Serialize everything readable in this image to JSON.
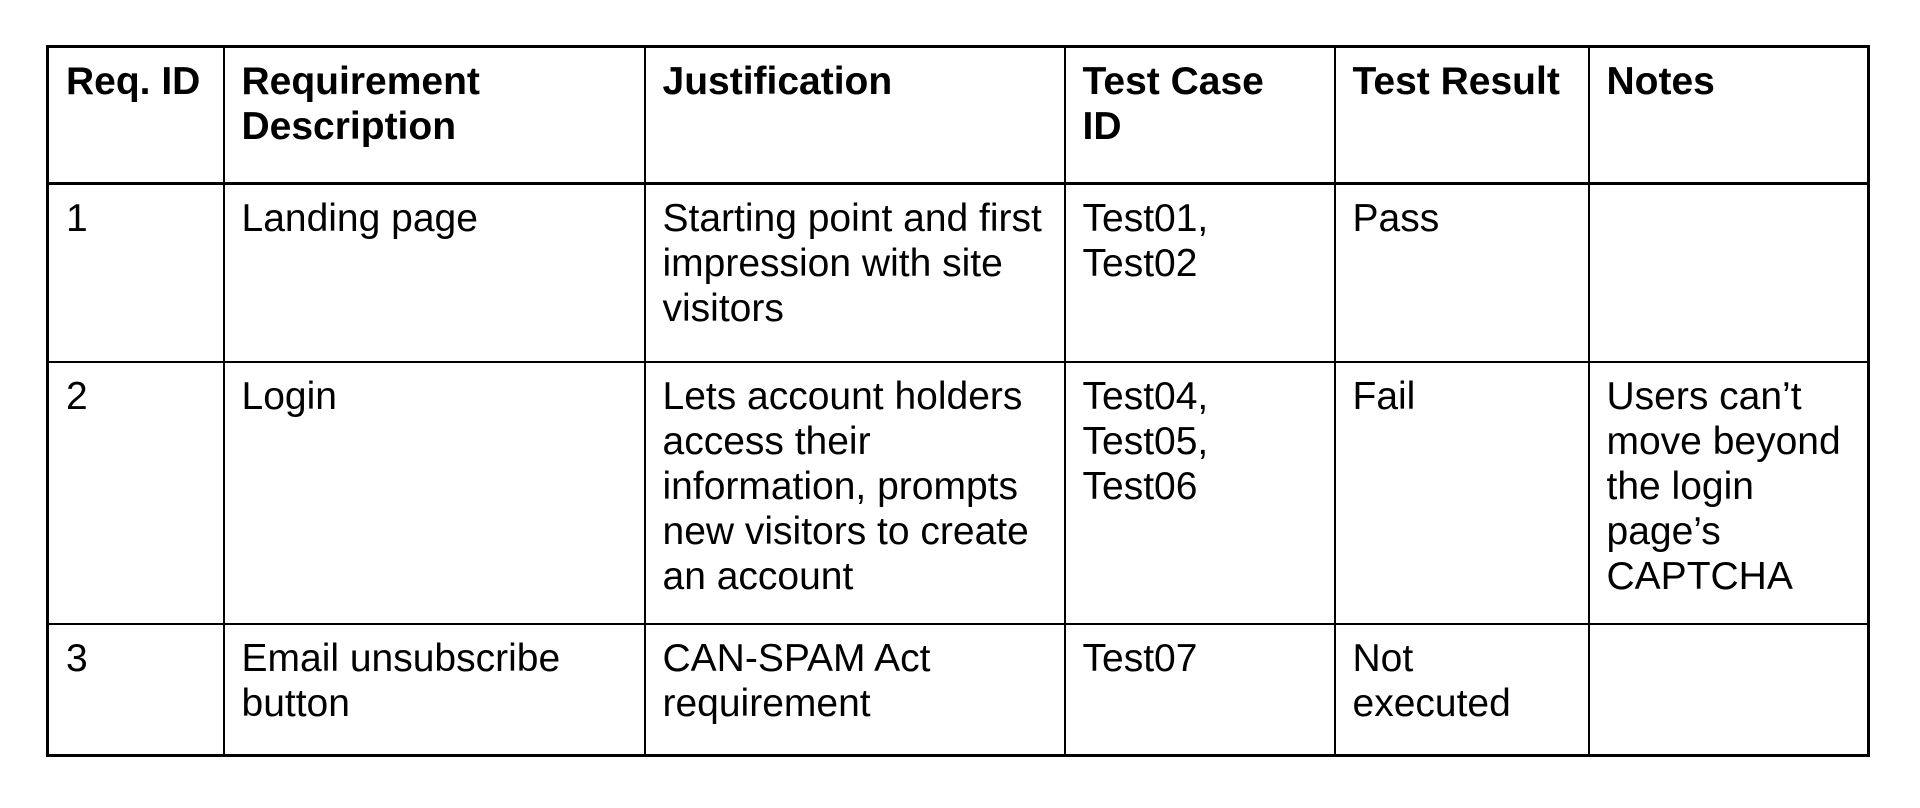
{
  "table": {
    "columns": [
      {
        "label": "Req. ID"
      },
      {
        "label": "Requirement\nDescription"
      },
      {
        "label": "Justification"
      },
      {
        "label": "Test Case\nID"
      },
      {
        "label": "Test Result"
      },
      {
        "label": "Notes"
      }
    ],
    "rows": [
      {
        "cells": [
          "1",
          "Landing page",
          "Starting point and first\nimpression with site\nvisitors",
          "Test01,\nTest02",
          "Pass",
          ""
        ]
      },
      {
        "cells": [
          "2",
          "Login",
          "Lets account holders\naccess their\ninformation, prompts\nnew visitors to create\nan account",
          "Test04,\nTest05,\nTest06",
          "Fail",
          "Users can’t\nmove beyond\nthe login\npage’s\nCAPTCHA"
        ]
      },
      {
        "cells": [
          "3",
          "Email unsubscribe\nbutton",
          "CAN-SPAM Act\nrequirement",
          "Test07",
          "Not\nexecuted",
          ""
        ]
      }
    ],
    "colors": {
      "border": "#000000",
      "text": "#000000",
      "background": "#ffffff"
    }
  }
}
